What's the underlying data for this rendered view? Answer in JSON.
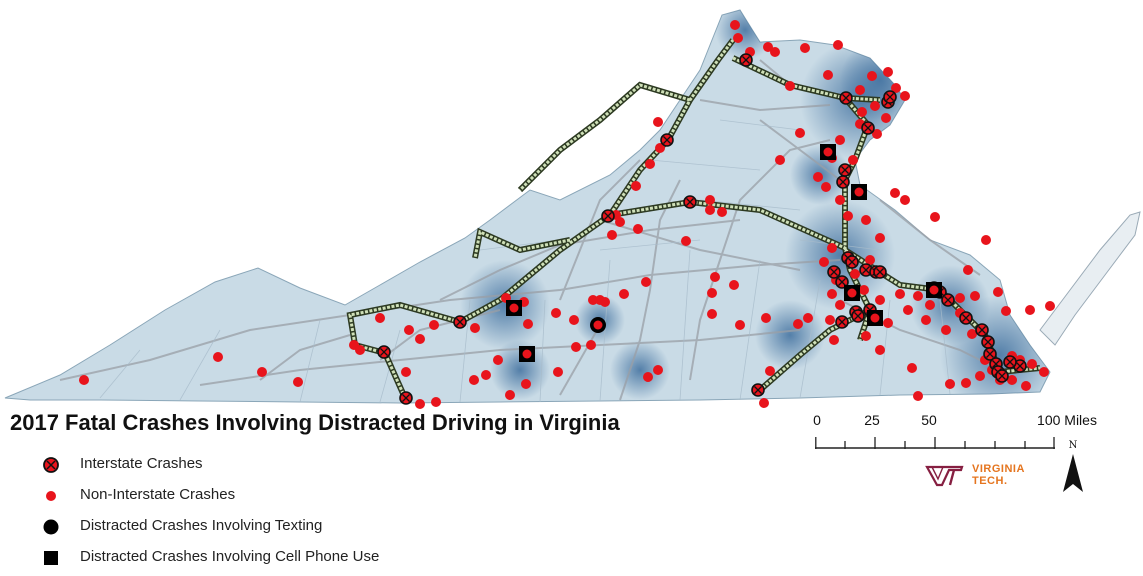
{
  "title": "2017 Fatal Crashes Involving Distracted Driving in Virginia",
  "legend": [
    {
      "symbol": "circle-x",
      "label": "Interstate Crashes"
    },
    {
      "symbol": "red-dot",
      "label": "Non-Interstate Crashes"
    },
    {
      "symbol": "black-circle",
      "label": "Distracted Crashes Involving Texting"
    },
    {
      "symbol": "black-square",
      "label": "Distracted Crashes Involving Cell Phone Use"
    }
  ],
  "scale": {
    "ticks": [
      "0",
      "25",
      "50",
      "100 Miles"
    ],
    "tick_values": [
      0,
      12.5,
      25,
      50,
      100
    ]
  },
  "logo": {
    "line1": "VIRGINIA",
    "line2": "TECH."
  },
  "north": "N",
  "colors": {
    "crash_red": "#e8141c",
    "state_fill": "#c9dbe6",
    "density": "#3f6f9e",
    "interstate": "#cfe0b8",
    "vt_maroon": "#861f41",
    "vt_orange": "#e5751f"
  }
}
